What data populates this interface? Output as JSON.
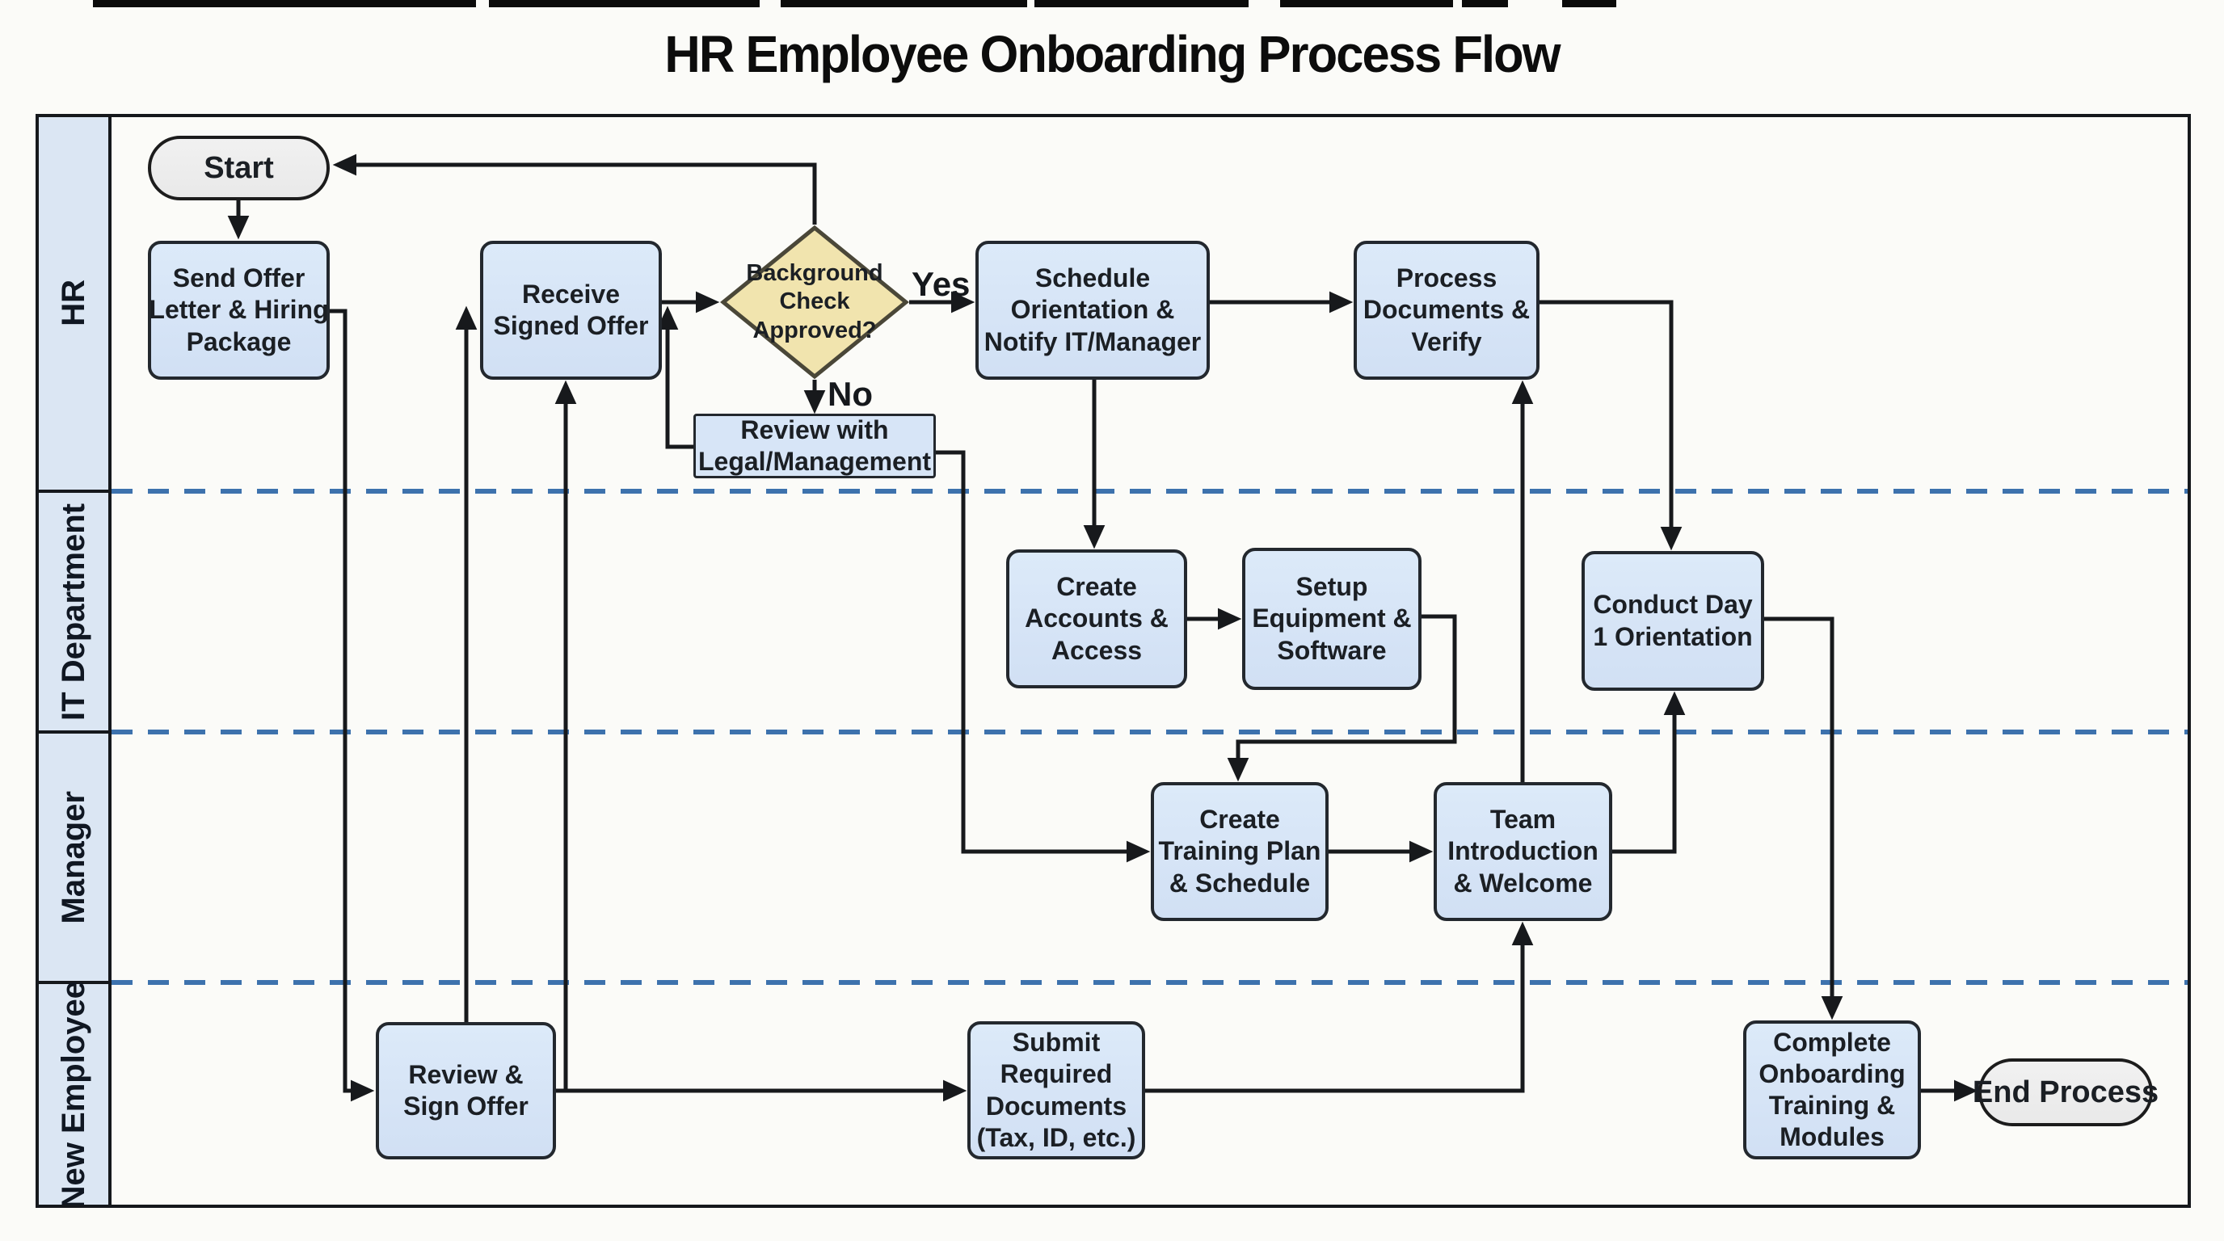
{
  "title": "HR Employee Onboarding Process Flow",
  "lanes": [
    {
      "id": "hr",
      "label": "HR"
    },
    {
      "id": "it",
      "label": "IT Department"
    },
    {
      "id": "manager",
      "label": "Manager"
    },
    {
      "id": "new_employee",
      "label": "New Employee"
    }
  ],
  "nodes": {
    "start": {
      "label": "Start",
      "type": "terminator",
      "lane": "hr"
    },
    "send_offer": {
      "label": "Send Offer\nLetter & Hiring\nPackage",
      "type": "process",
      "lane": "hr"
    },
    "receive": {
      "label": "Receive\nSigned Offer",
      "type": "process",
      "lane": "hr"
    },
    "background_check": {
      "label": "Background\nCheck\nApproved?",
      "type": "decision",
      "lane": "hr"
    },
    "schedule": {
      "label": "Schedule\nOrientation &\nNotify IT/Manager",
      "type": "process",
      "lane": "hr"
    },
    "process_docs": {
      "label": "Process\nDocuments &\nVerify",
      "type": "process",
      "lane": "hr"
    },
    "review_legal": {
      "label": "Review with\nLegal/Management",
      "type": "process",
      "lane": "hr"
    },
    "create_accounts": {
      "label": "Create\nAccounts &\nAccess",
      "type": "process",
      "lane": "it"
    },
    "setup_equipment": {
      "label": "Setup\nEquipment &\nSoftware",
      "type": "process",
      "lane": "it"
    },
    "conduct_day1": {
      "label": "Conduct Day\n1 Orientation",
      "type": "process",
      "lane": "it"
    },
    "create_training": {
      "label": "Create\nTraining Plan\n& Schedule",
      "type": "process",
      "lane": "manager"
    },
    "team_intro": {
      "label": "Team\nIntroduction\n& Welcome",
      "type": "process",
      "lane": "manager"
    },
    "review_sign": {
      "label": "Review &\nSign Offer",
      "type": "process",
      "lane": "new_employee"
    },
    "submit_docs": {
      "label": "Submit\nRequired\nDocuments\n(Tax, ID, etc.)",
      "type": "process",
      "lane": "new_employee"
    },
    "complete": {
      "label": "Complete\nOnboarding\nTraining &\nModules",
      "type": "process",
      "lane": "new_employee"
    },
    "end": {
      "label": "End Process",
      "type": "terminator",
      "lane": "new_employee"
    }
  },
  "edge_labels": {
    "yes": "Yes",
    "no": "No"
  },
  "edges": [
    {
      "from": "start",
      "to": "send_offer"
    },
    {
      "from": "background_check",
      "to": "start"
    },
    {
      "from": "send_offer",
      "to": "review_sign"
    },
    {
      "from": "review_sign",
      "to": "receive"
    },
    {
      "from": "review_sign",
      "to": "receive",
      "note": "second stub"
    },
    {
      "from": "receive",
      "to": "background_check"
    },
    {
      "from": "review_legal",
      "to": "receive"
    },
    {
      "from": "background_check",
      "to": "review_legal",
      "label": "No"
    },
    {
      "from": "background_check",
      "to": "schedule",
      "label": "Yes"
    },
    {
      "from": "schedule",
      "to": "process_docs"
    },
    {
      "from": "schedule",
      "to": "create_accounts"
    },
    {
      "from": "review_legal",
      "to": "create_training"
    },
    {
      "from": "process_docs",
      "to": "conduct_day1"
    },
    {
      "from": "team_intro",
      "to": "process_docs"
    },
    {
      "from": "create_accounts",
      "to": "setup_equipment"
    },
    {
      "from": "setup_equipment",
      "to": "create_training"
    },
    {
      "from": "create_training",
      "to": "team_intro"
    },
    {
      "from": "submit_docs",
      "to": "team_intro"
    },
    {
      "from": "team_intro",
      "to": "conduct_day1"
    },
    {
      "from": "conduct_day1",
      "to": "complete"
    },
    {
      "from": "complete",
      "to": "end"
    },
    {
      "from": "review_sign",
      "to": "submit_docs"
    }
  ],
  "colors": {
    "process_fill": "#d7e5f7",
    "decision_fill": "#f1e4ae",
    "terminator_fill": "#ececec",
    "lane_header_fill": "#dbe6f3",
    "lane_divider": "#3d72ad",
    "connector": "#17191c",
    "border": "#15181c"
  }
}
